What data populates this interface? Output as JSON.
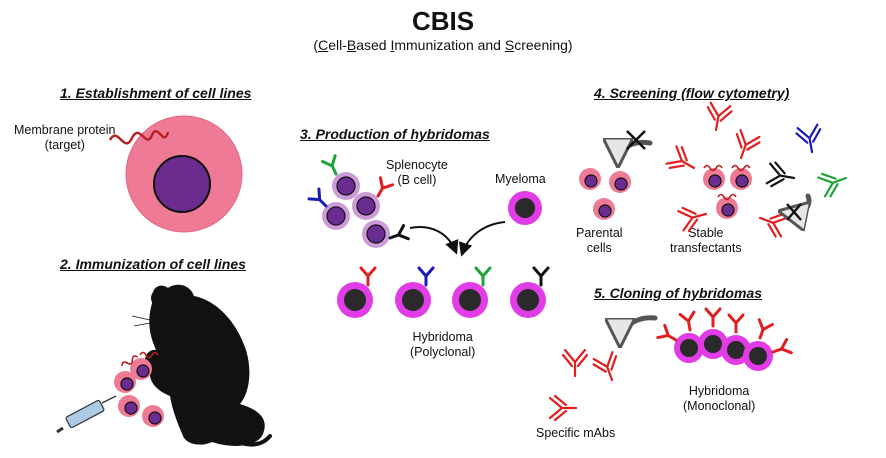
{
  "header": {
    "title": "CBIS",
    "subtitle_parts": [
      "(",
      "C",
      "ell-",
      "B",
      "ased ",
      "I",
      "mmunization and ",
      "S",
      "creening)"
    ]
  },
  "steps": {
    "s1": "1. Establishment of cell lines",
    "s2": "2. Immunization of cell lines",
    "s3": "3. Production of hybridomas",
    "s4": "4. Screening (flow cytometry)",
    "s5": "5. Cloning of hybridomas"
  },
  "labels": {
    "membrane_1": "Membrane protein",
    "membrane_2": "(target)",
    "splenocyte_1": "Splenocyte",
    "splenocyte_2": "(B cell)",
    "myeloma": "Myeloma",
    "hybridoma_poly_1": "Hybridoma",
    "hybridoma_poly_2": "(Polyclonal)",
    "parental_1": "Parental",
    "parental_2": "cells",
    "stable_1": "Stable",
    "stable_2": "transfectants",
    "hybridoma_mono_1": "Hybridoma",
    "hybridoma_mono_2": "(Monoclonal)",
    "specific_mabs": "Specific mAbs"
  },
  "colors": {
    "cell_pink": "#ee7a95",
    "nucleus_purple": "#6a2c8e",
    "hybridoma_magenta": "#e23ce6",
    "hybridoma_core": "#2a2a2a",
    "antibody_red": "#e02020",
    "antibody_blue": "#1a1ab4",
    "antibody_green": "#1fa33a",
    "antibody_black": "#111111",
    "arrow_gray": "#d0d0d0"
  }
}
